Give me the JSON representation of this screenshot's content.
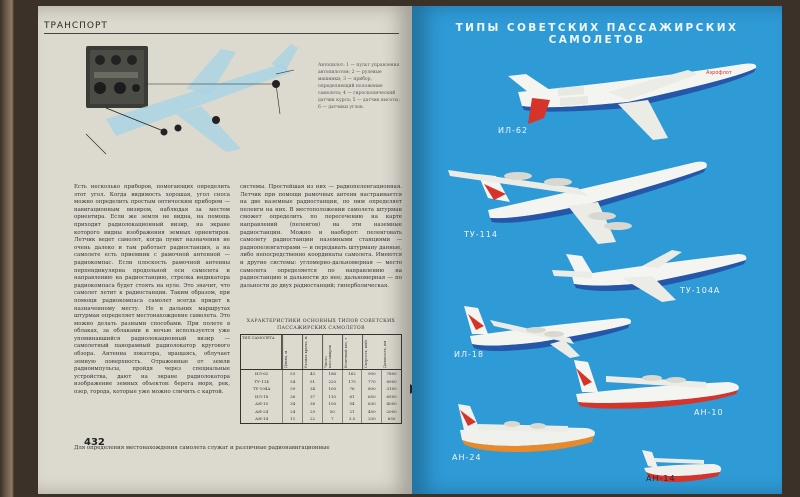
{
  "left_page": {
    "running_head": "ТРАНСПОРТ",
    "page_number": "432",
    "column1": "Есть несколько приборов, помогающих определить этот угол. Когда видимость хорошая, угол сноса можно определить простым оптическим прибором — навигационным визиром, наблюдая за местом ориентира. Если же земля не видна, на помощь приходит радиолокационный визир, на экране которого видны изображения земных ориентиров. Летчик ведет самолет, когда пункт назначения не очень далеко и там работает радиостанция, а на самолете есть приемник с рамочной антенной — радиокомпас. Если плоскость рамочной антенны перпендикулярна продольной оси самолета и направлению на радиостанцию, стрелка индикатора радиокомпаса будет стоять на нуле. Это значит, что самолет летит к радиостанции. Таким образом, при помощи радиокомпаса самолет всегда придет к назначенному месту. Но в дальних маршрутах штурман определяет местонахождение самолета. Это можно делать разными способами. При полете в облаках, за облаками и ночью используется уже упоминавшийся радиолокационный визир — самолетный панорамный радиолокатор кругового обзора. Антенна локатора, вращаясь, облучает земную поверхность. Отраженные от земли радиоимпульсы, пройдя через специальные устройства, дают на экране радиолокатора изображение земных объектов: берега моря, рек, озер, города, которые уже можно сличить с картой.",
    "column2": "системы. Простейшая из них — радиопеленгационная. Летчик при помощи рамочных антенн настраивается на две наземные радиостанции, по ним определяет пеленги на них. В местоположении самолета штурман сможет определить по пересечению на карте направлений (пеленгов) на эти наземные радиостанции. Можно и наоборот: пеленговать самолету радиостанции наземными станциями — радиопеленгаторами — и передавать штурману данные, либо непосредственно координаты самолета. Имеются и другие системы: угломерно-дальномерная — место самолета определяется по направлению на радиостанцию и дальности до нее; дальномерная — по дальности до двух радиостанций; гиперболическая.",
    "last_line": "Для определения местонахождения самолета служат и различные радионавигационные",
    "figure_caption": "Автопилот: 1 — пульт управления автопилотом; 2 — рулевые машинки; 3 — прибор, определяющий положение самолета; 4 — гироскопический датчик курса; 5 — датчик высоты; 6 — датчики углов.",
    "table": {
      "title": "ХАРАКТЕРИСТИКИ ОСНОВНЫХ ТИПОВ СОВЕТСКИХ ПАССАЖИРСКИХ САМОЛЕТОВ",
      "headers": [
        "ТИП САМОЛЕТА",
        "Длина, м",
        "Размах крыла, м",
        "Число пассажиров",
        "Взлетный вес, т",
        "Скорость, км/ч",
        "Дальность, км"
      ],
      "rows": [
        [
          "ИЛ-62",
          "53",
          "43",
          "186",
          "162",
          "900",
          "7800"
        ],
        [
          "ТУ-114",
          "54",
          "51",
          "220",
          "175",
          "770",
          "8950"
        ],
        [
          "ТУ-104А",
          "39",
          "34",
          "100",
          "76",
          "800",
          "3100"
        ],
        [
          "ИЛ-18",
          "36",
          "37",
          "110",
          "61",
          "650",
          "6500"
        ],
        [
          "АН-10",
          "34",
          "38",
          "100",
          "54",
          "630",
          "4000"
        ],
        [
          "АН-24",
          "24",
          "29",
          "50",
          "21",
          "450",
          "2000"
        ],
        [
          "АН-14",
          "11",
          "22",
          "7",
          "3.5",
          "200",
          "650"
        ]
      ]
    }
  },
  "right_page": {
    "title": "ТИПЫ СОВЕТСКИХ ПАССАЖИРСКИХ САМОЛЕТОВ",
    "background_color": "#2e9ad6",
    "aircraft": [
      {
        "label": "ИЛ-62",
        "livery": "white-blue-red"
      },
      {
        "label": "ТУ-114",
        "livery": "white-blue-red"
      },
      {
        "label": "ТУ-104А",
        "livery": "white-blue-red"
      },
      {
        "label": "ИЛ-18",
        "livery": "white-blue-red"
      },
      {
        "label": "АН-10",
        "livery": "white-red"
      },
      {
        "label": "АН-24",
        "livery": "orange-white"
      },
      {
        "label": "АН-14",
        "livery": "white-red"
      }
    ]
  }
}
